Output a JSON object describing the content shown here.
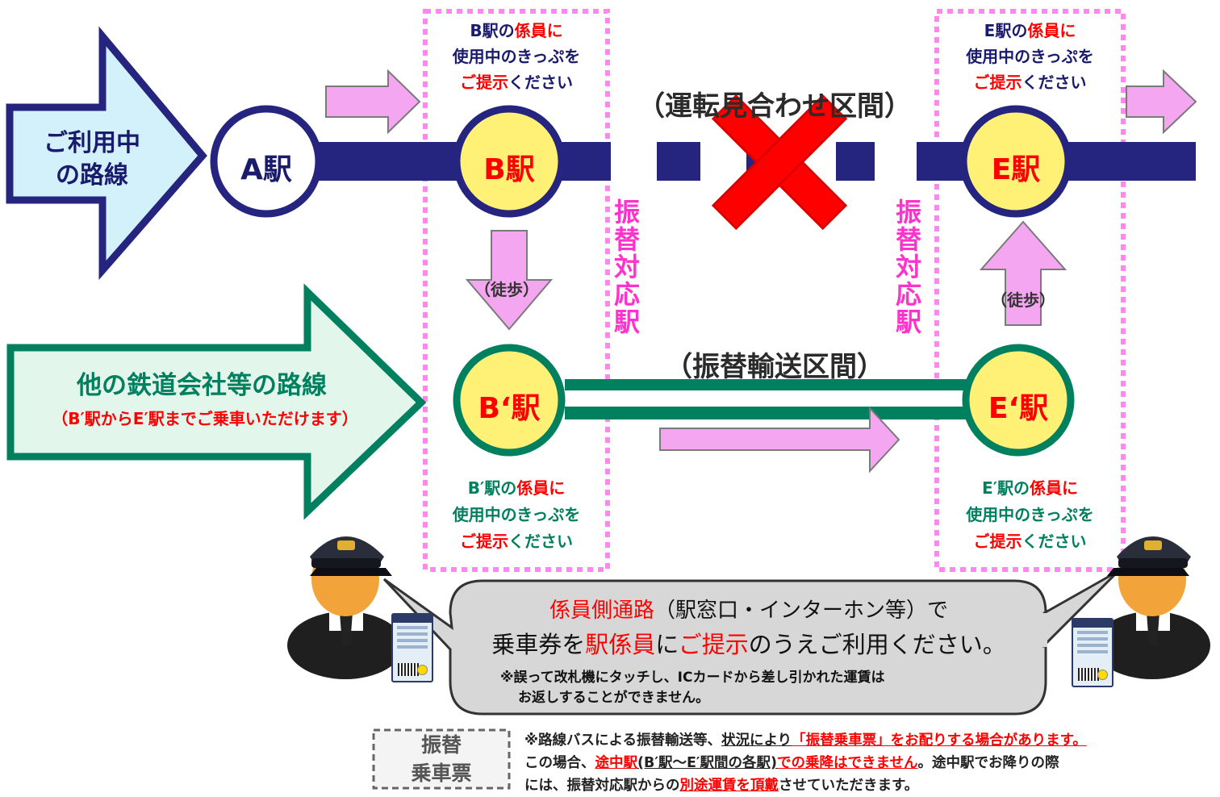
{
  "current_line": {
    "line1": "ご利用中",
    "line2": "の路線"
  },
  "other_line": {
    "title": "他の鉄道会社等の路線",
    "subtitle": "（B′駅からE′駅までご乗車いただけます）"
  },
  "stations": {
    "a": "A駅",
    "b": "B駅",
    "e": "E駅",
    "b2": "B‘駅",
    "e2": "E‘駅"
  },
  "sections": {
    "suspended": "（運転見合わせ区間）",
    "transfer": "（振替輸送区間）"
  },
  "walk": {
    "left": "（徒歩）",
    "right": "（徒歩）"
  },
  "transfer_station_label": "振替対応駅",
  "notices": {
    "b": {
      "prefix": "B駅の",
      "staff": "係員",
      "suffix": "に",
      "line2": "使用中のきっぷを",
      "present": "ご提示",
      "end": "ください"
    },
    "e": {
      "prefix": "E駅の",
      "staff": "係員",
      "suffix": "に",
      "line2": "使用中のきっぷを",
      "present": "ご提示",
      "end": "ください"
    },
    "b2": {
      "prefix": "B′駅の",
      "staff": "係員",
      "suffix": "に",
      "line2": "使用中のきっぷを",
      "present": "ご提示",
      "end": "ください"
    },
    "e2": {
      "prefix": "E′駅の",
      "staff": "係員",
      "suffix": "に",
      "line2": "使用中のきっぷを",
      "present": "ご提示",
      "end": "ください"
    }
  },
  "bubble": {
    "l1_red": "係員側通路",
    "l1_rest": "（駅窓口・インターホン等）で",
    "l2_a": "乗車券を",
    "l2_b": "駅係員",
    "l2_c": "に",
    "l2_d": "ご提示",
    "l2_e": "のうえご利用ください。",
    "note1": "※誤って改札機にタッチし、ICカードから差し引かれた運賃は",
    "note2": "お返しすることができません。"
  },
  "ticket": {
    "line1": "振替",
    "line2": "乗車票"
  },
  "footer": {
    "l1_a": "※路線バスによる振替輸送等、",
    "l1_b": "状況により",
    "l1_c": "「振替乗車票」をお配りする場合があります。",
    "l2_a": "この場合、",
    "l2_b": "途中駅",
    "l2_c": "(B′駅～E′駅間の各駅)",
    "l2_d": "での乗降はできません",
    "l2_e": "。途中駅でお降りの際",
    "l3_a": "には、振替対応駅からの",
    "l3_b": "別途運賃を頂戴",
    "l3_c": "させていただきます。"
  },
  "colors": {
    "navy": "#25257f",
    "green": "#00805f",
    "pink": "#ff33cc",
    "red": "#ff0000",
    "yellow": "#fff176"
  }
}
